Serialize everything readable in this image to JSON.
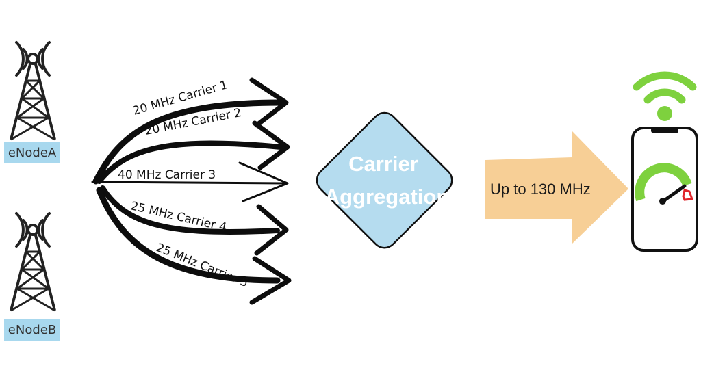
{
  "towers": [
    {
      "label": "eNodeA"
    },
    {
      "label": "eNodeB"
    }
  ],
  "carriers": [
    {
      "label": "20 MHz Carrier 1"
    },
    {
      "label": "20 MHz Carrier 2"
    },
    {
      "label": "40 MHz Carrier 3"
    },
    {
      "label": "25 MHz Carrier 4"
    },
    {
      "label": "25 MHz Carrier 5"
    }
  ],
  "aggregation": {
    "line1": "Carrier",
    "line2": "Aggregation",
    "color": "#b5dcef"
  },
  "output": {
    "label": "Up to  130 MHz",
    "color": "#f7cf96"
  },
  "phone": {
    "signal_color": "#7ed13e",
    "gauge_color": "#7ed13e",
    "alert_color": "#e0242a"
  }
}
